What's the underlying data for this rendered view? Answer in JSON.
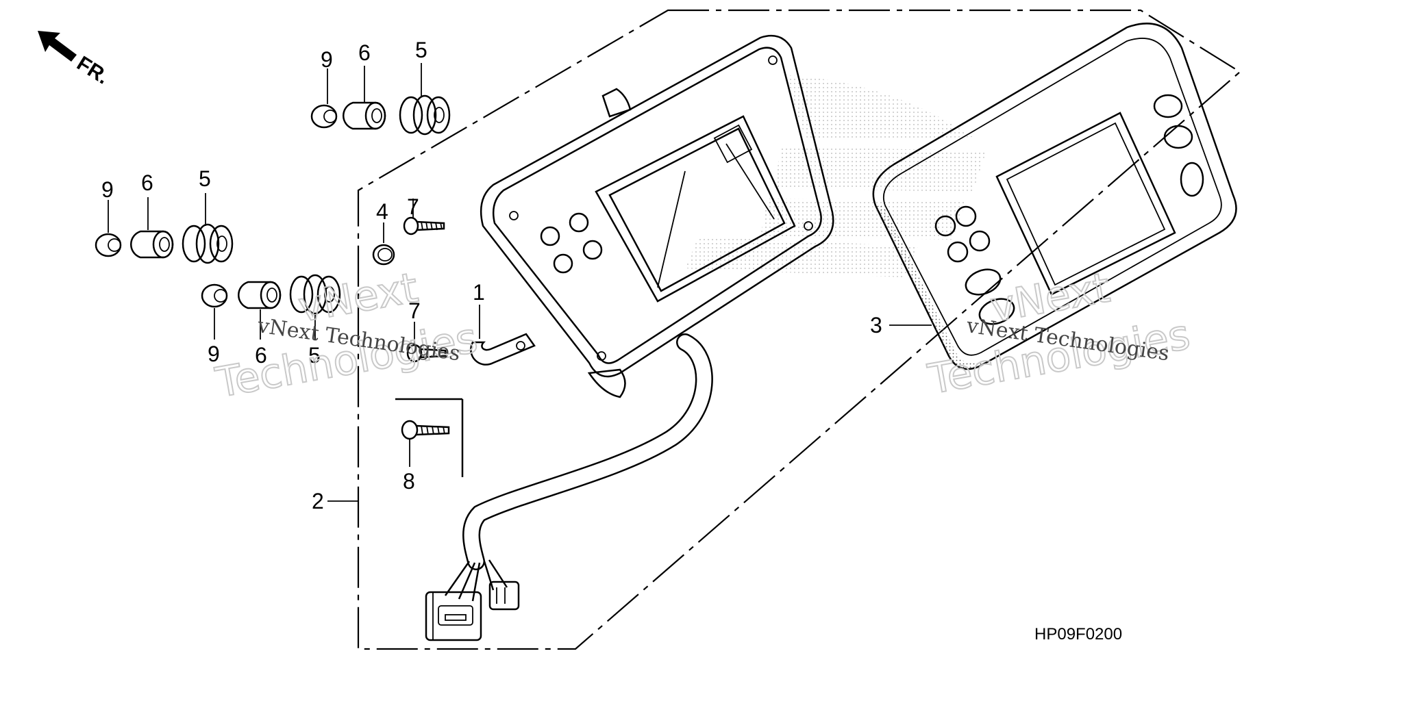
{
  "orientation": {
    "label": "FR."
  },
  "diagram_code": "HP09F0200",
  "callouts": {
    "c1": "1",
    "c2": "2",
    "c3": "3",
    "c4": "4",
    "c5a": "5",
    "c5b": "5",
    "c5c": "5",
    "c6a": "6",
    "c6b": "6",
    "c6c": "6",
    "c7a": "7",
    "c7b": "7",
    "c8": "8",
    "c9a": "9",
    "c9b": "9",
    "c9c": "9"
  },
  "watermarks": {
    "left_small": "vNext Technologies",
    "left_large_1": "vNext",
    "left_large_2": "Technologies",
    "right_small": "vNext Technologies",
    "right_large_1": "vNext",
    "right_large_2": "Technologies"
  }
}
